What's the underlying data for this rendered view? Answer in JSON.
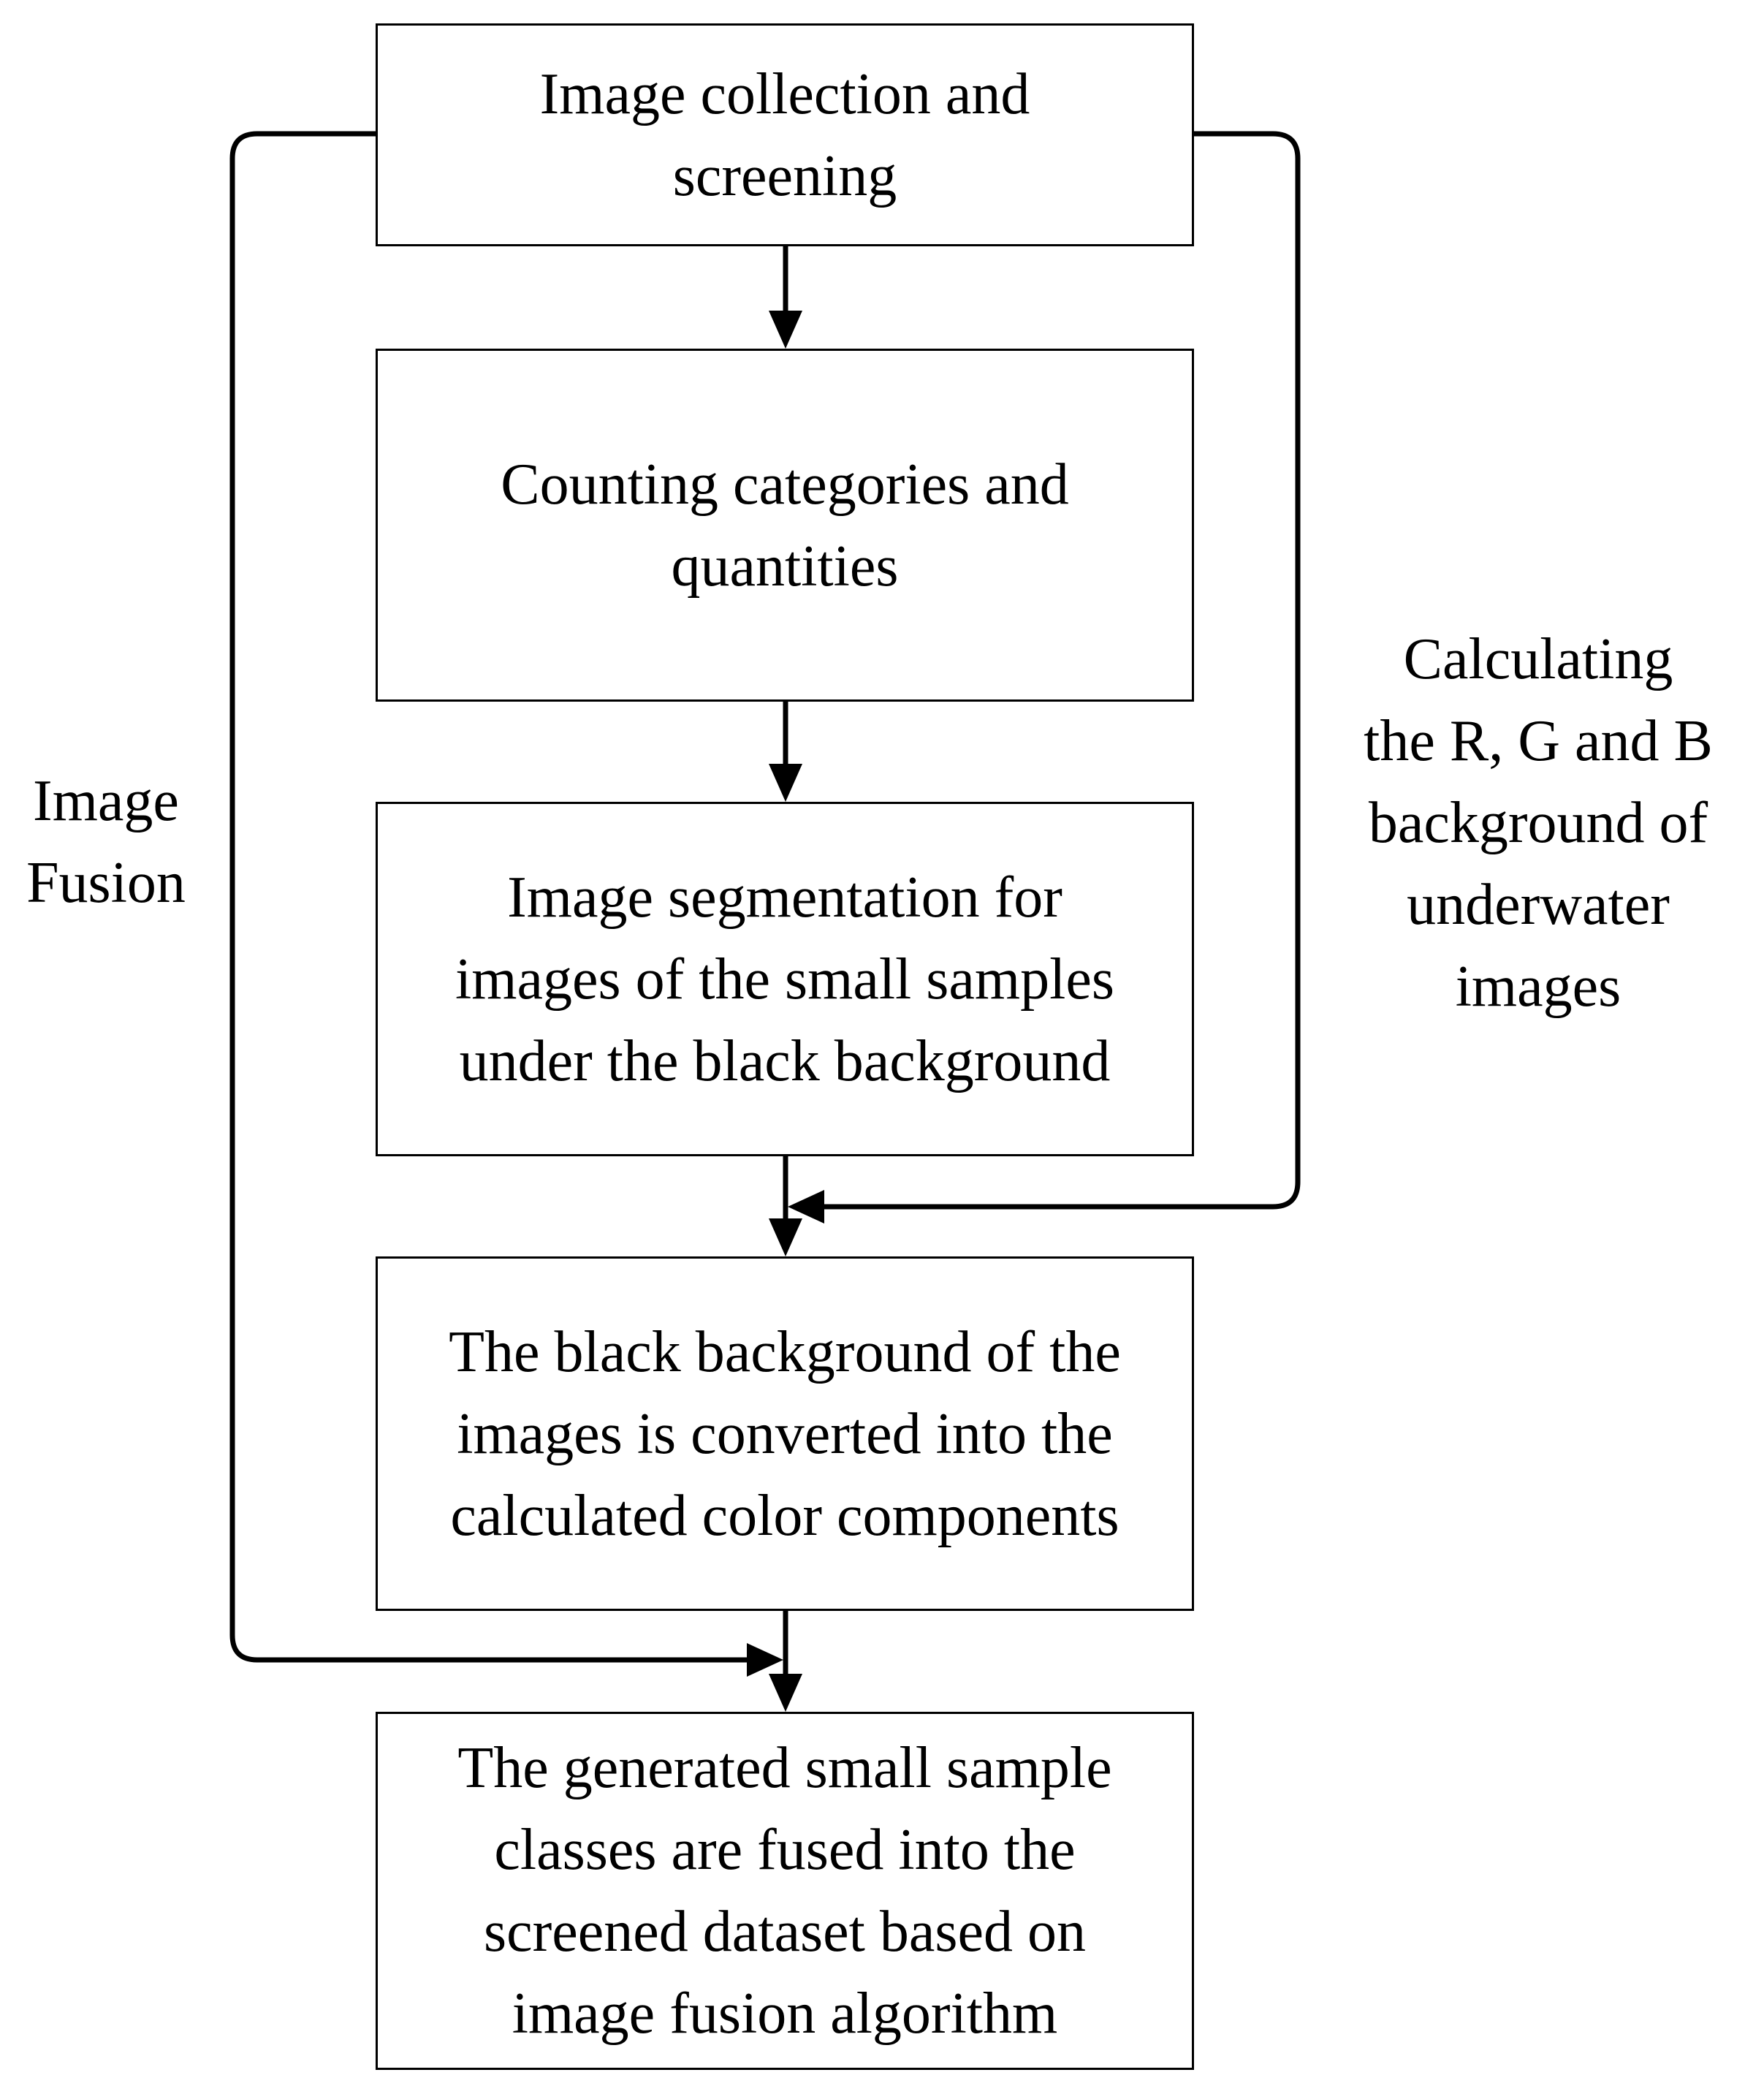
{
  "diagram": {
    "boxes": [
      {
        "id": "box1",
        "text": "Image collection and\nscreening"
      },
      {
        "id": "box2",
        "text": "Counting categories and\nquantities"
      },
      {
        "id": "box3",
        "text": "Image segmentation for\nimages of the small samples\nunder the black background"
      },
      {
        "id": "box4",
        "text": "The black background of the\nimages is converted into the\ncalculated color components"
      },
      {
        "id": "box5",
        "text": "The generated small sample\nclasses are fused into the\nscreened dataset based on\nimage fusion algorithm"
      }
    ],
    "left_label": "Image\nFusion",
    "right_label": "Calculating\nthe R, G and B\nbackground of\nunderwater\nimages",
    "line_color": "#000000"
  }
}
